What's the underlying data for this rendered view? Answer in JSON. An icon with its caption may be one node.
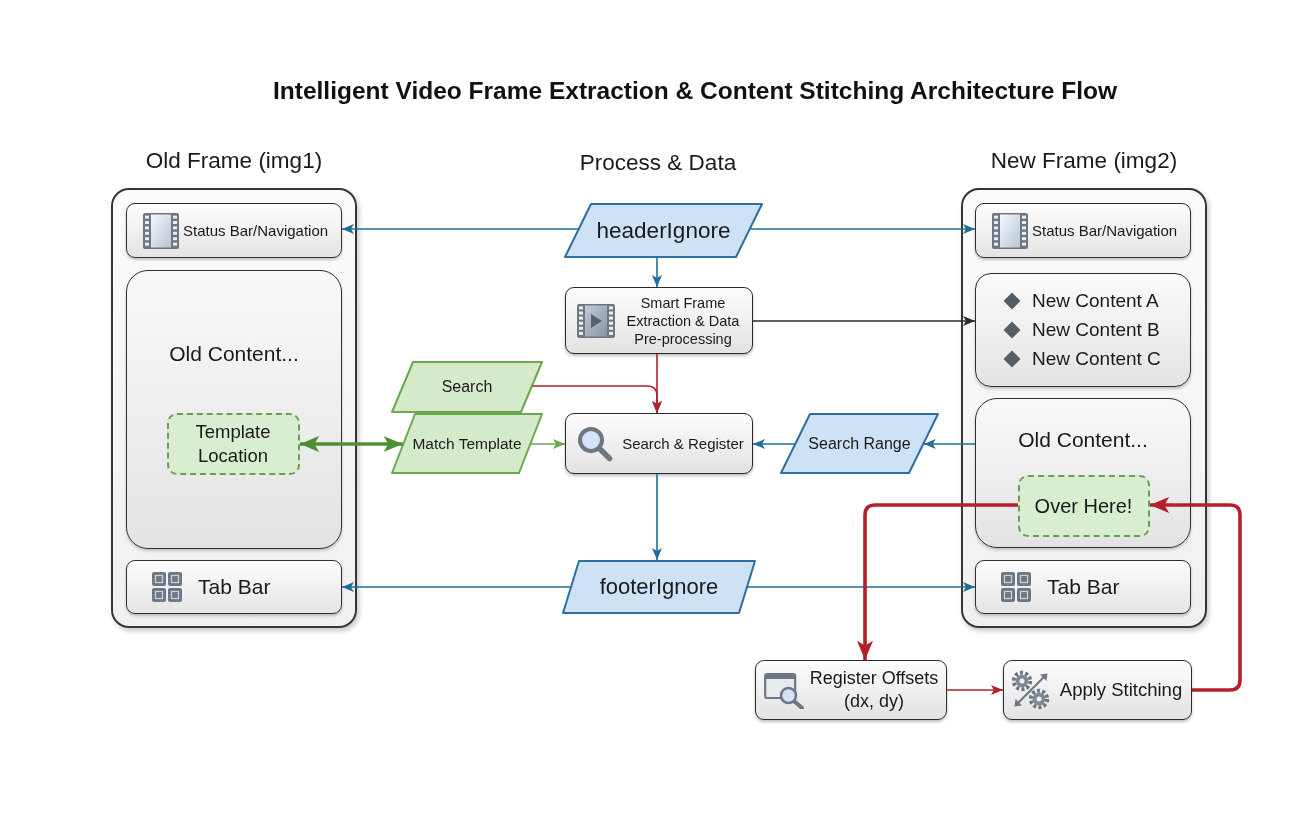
{
  "diagram": {
    "title": "Intelligent Video Frame Extraction & Content Stitching Architecture Flow",
    "nodes": [
      {
        "text": [
          "Old Frame (img1)"
        ]
      },
      {
        "text": [
          "Status Bar/Navigation"
        ],
        "in": 0
      },
      {
        "text": [
          "Old Content..."
        ],
        "in": 0
      },
      {
        "text": [
          "Template Location"
        ],
        "in": 2
      },
      {
        "text": [
          "Tab Bar"
        ],
        "in": 0
      },
      {
        "text": [
          "headerIgnore"
        ]
      },
      {
        "text": [
          "Smart Frame Extraction & Data Pre-processing"
        ]
      },
      {
        "text": [
          "Search"
        ]
      },
      {
        "text": [
          "Match Template"
        ]
      },
      {
        "text": [
          "Search & Register"
        ]
      },
      {
        "text": [
          "Search Range"
        ]
      },
      {
        "text": [
          "footerIgnore"
        ]
      },
      {
        "text": [
          "New Frame (img2)"
        ]
      },
      {
        "text": [
          "Status Bar/Navigation"
        ],
        "in": 12
      },
      {
        "text": [
          "New Content A",
          "New Content B",
          "New Content C"
        ],
        "in": 12
      },
      {
        "text": [
          "Old Content..."
        ],
        "in": 12
      },
      {
        "text": [
          "Over Here!"
        ],
        "in": 15
      },
      {
        "text": [
          "Tab Bar"
        ],
        "in": 12
      },
      {
        "text": [
          "Register Offsets (dx, dy)"
        ]
      },
      {
        "text": [
          "Apply Stitching"
        ]
      }
    ],
    "edges": [
      {
        "from": 5,
        "to": 1,
        "arrow": "to"
      },
      {
        "from": 5,
        "to": 13,
        "arrow": "to"
      },
      {
        "from": 5,
        "to": 6,
        "arrow": "to"
      },
      {
        "from": 6,
        "to": 14,
        "arrow": "to",
        "color": "#2b2b2b"
      },
      {
        "from": 6,
        "to": 9,
        "arrow": "to",
        "color": "#b3202a"
      },
      {
        "from": 7,
        "to": 9,
        "arrow": "to",
        "color": "#b3202a"
      },
      {
        "from": 3,
        "to": 8,
        "arrow": "both",
        "style": "thick",
        "color": "#4e8f35"
      },
      {
        "from": 8,
        "to": 9,
        "arrow": "to",
        "color": "#6aa84f"
      },
      {
        "from": 15,
        "to": 10,
        "arrow": "to"
      },
      {
        "from": 10,
        "to": 9,
        "arrow": "to"
      },
      {
        "from": 9,
        "to": 11,
        "arrow": "to"
      },
      {
        "from": 11,
        "to": 4,
        "arrow": "to"
      },
      {
        "from": 11,
        "to": 17,
        "arrow": "to"
      },
      {
        "from": 16,
        "to": 18,
        "arrow": "to",
        "style": "thick",
        "color": "#b3202a"
      },
      {
        "from": 18,
        "to": 19,
        "arrow": "to",
        "color": "#b3202a"
      },
      {
        "from": 19,
        "to": 16,
        "arrow": "to",
        "style": "thick",
        "color": "#b3202a"
      }
    ],
    "labels": [
      "Process & Data"
    ]
  }
}
